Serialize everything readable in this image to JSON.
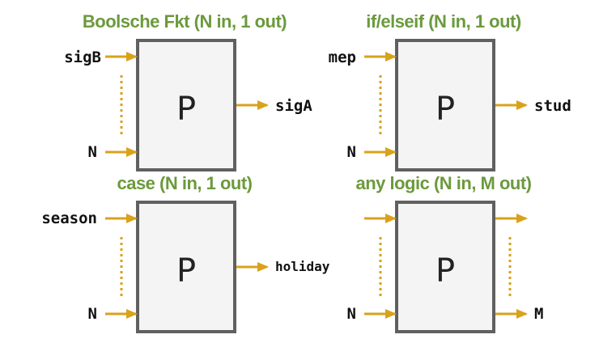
{
  "colors": {
    "title": "#6b9a3c",
    "arrow": "#d9a21b",
    "box_fill": "#f4f4f4",
    "box_stroke": "#606060",
    "text": "#111111"
  },
  "blocks": [
    {
      "title": "Boolsche Fkt (N in, 1 out)",
      "box_label": "P",
      "input_top": "sigB",
      "input_bottom": "N",
      "output_top": "sigA",
      "output_bottom": ""
    },
    {
      "title": "if/elseif (N in, 1 out)",
      "box_label": "P",
      "input_top": "mep",
      "input_bottom": "N",
      "output_top": "stud",
      "output_bottom": ""
    },
    {
      "title": "case (N in, 1 out)",
      "box_label": "P",
      "input_top": "season",
      "input_bottom": "N",
      "output_top": "holiday",
      "output_bottom": ""
    },
    {
      "title": "any logic (N in, M out)",
      "box_label": "P",
      "input_top": "",
      "input_bottom": "N",
      "output_top": "",
      "output_bottom": "M"
    }
  ]
}
